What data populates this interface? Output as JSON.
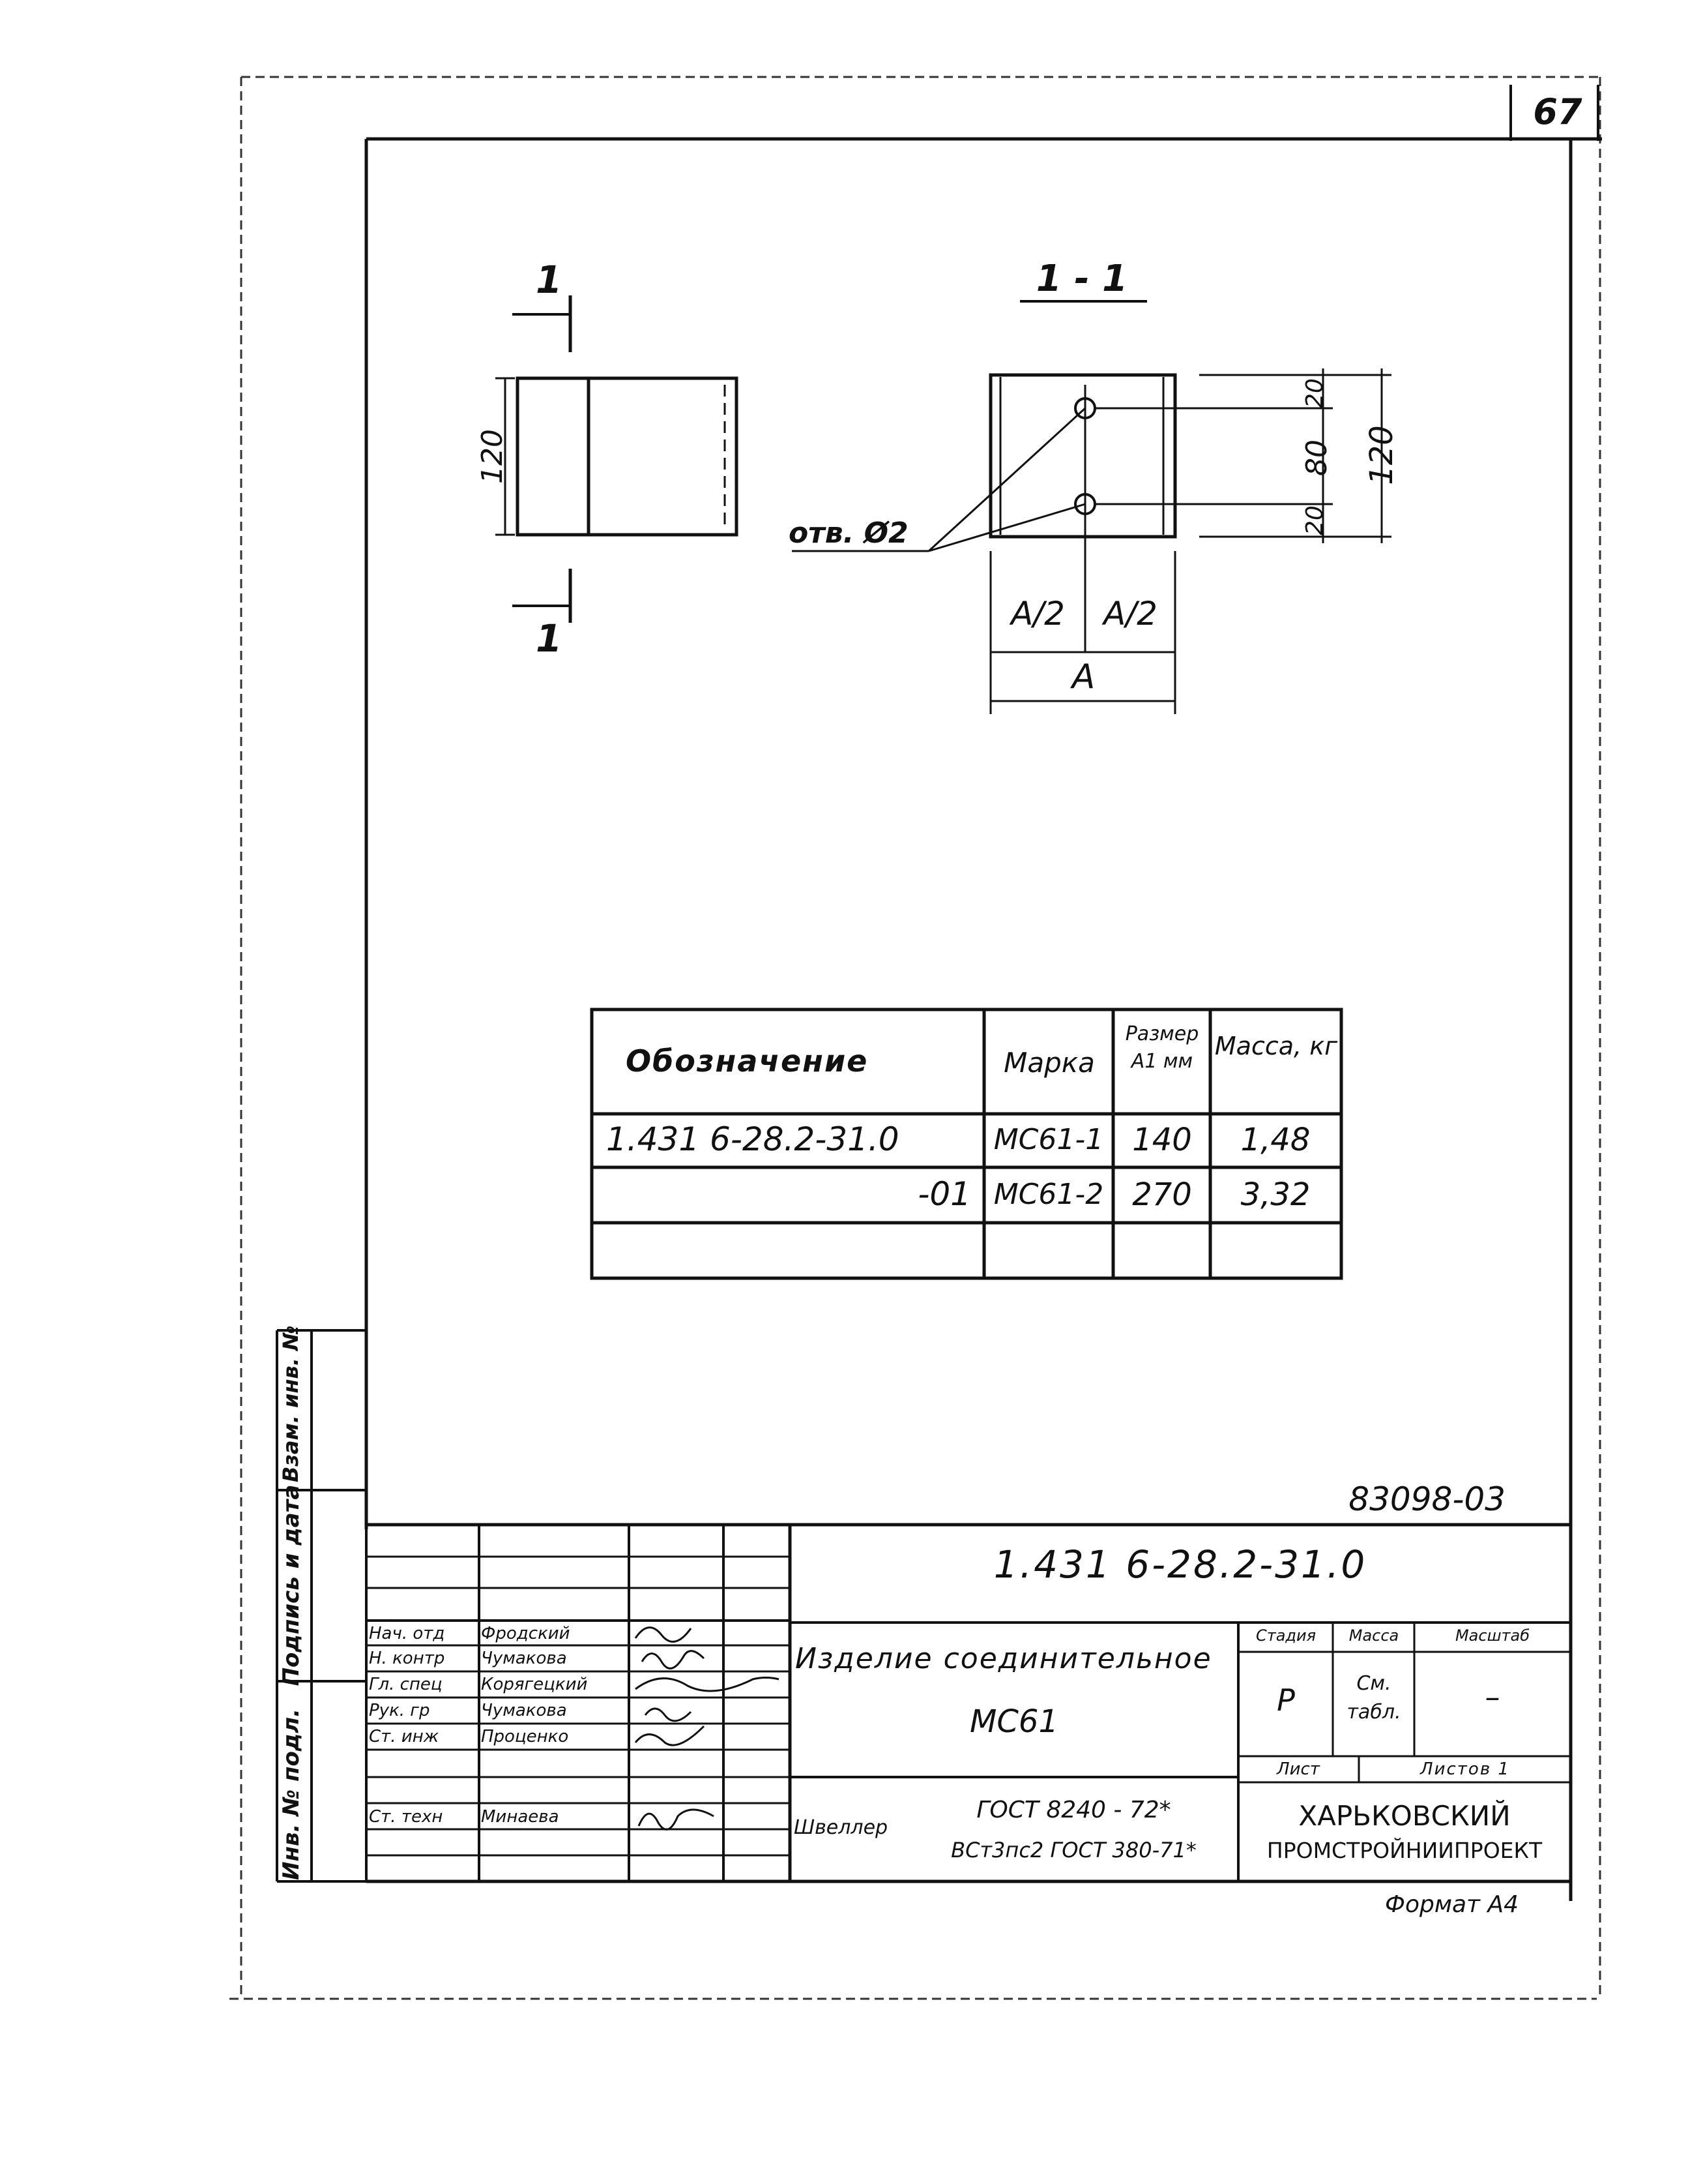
{
  "sheet": {
    "page_number": "67",
    "archive_number": "83098-03",
    "format_label": "Формат А4"
  },
  "drawing": {
    "side_view": {
      "section_mark_top": "1",
      "section_mark_bottom": "1",
      "height_dim": "120"
    },
    "section_view": {
      "title": "1 - 1",
      "hole_label": "отв. Ø2",
      "dim_top": "20",
      "dim_middle": "80",
      "dim_bottom": "20",
      "dim_total": "120",
      "dim_half_left": "A/2",
      "dim_half_right": "A/2",
      "dim_full": "A"
    }
  },
  "spec_table": {
    "headers": {
      "designation": "Обозначение",
      "mark": "Марка",
      "size_a1": "Размер A1 мм",
      "mass": "Масса, кг"
    },
    "rows": [
      {
        "designation": "1.431 6-28.2-31.0",
        "mark": "МС61-1",
        "size_a1": "140",
        "mass": "1,48"
      },
      {
        "designation": "-01",
        "mark": "МС61-2",
        "size_a1": "270",
        "mass": "3,32"
      }
    ]
  },
  "side_strip": {
    "col1": "Инв. № подл.",
    "col2": "Подпись и дата",
    "col3": "Взам. инв. №"
  },
  "title_block": {
    "doc_code": "1.431 6-28.2-31.0",
    "product_name": "Изделие соединительное",
    "product_code": "МС61",
    "roles": [
      {
        "role": "Нач. отд",
        "name": "Фродский"
      },
      {
        "role": "Н. контр",
        "name": "Чумакова"
      },
      {
        "role": "Гл. спец",
        "name": "Корягецкий"
      },
      {
        "role": "Рук. гр",
        "name": "Чумакова"
      },
      {
        "role": "Ст. инж",
        "name": "Проценко"
      },
      {
        "role": "",
        "name": ""
      },
      {
        "role": "Ст. техн",
        "name": "Минаева"
      }
    ],
    "stage_header": "Стадия",
    "mass_header": "Масса",
    "scale_header": "Масштаб",
    "stage_value": "Р",
    "mass_value": "См. табл.",
    "scale_value": "–",
    "sheet_label": "Лист",
    "sheets_label": "Листов 1",
    "material_label": "Швеллер",
    "material_line1": "ГОСТ 8240 - 72*",
    "material_line2": "ВСт3пс2 ГОСТ 380-71*",
    "organization_line1": "ХАРЬКОВСКИЙ",
    "organization_line2": "ПРОМСТРОЙНИИПРОЕКТ"
  }
}
